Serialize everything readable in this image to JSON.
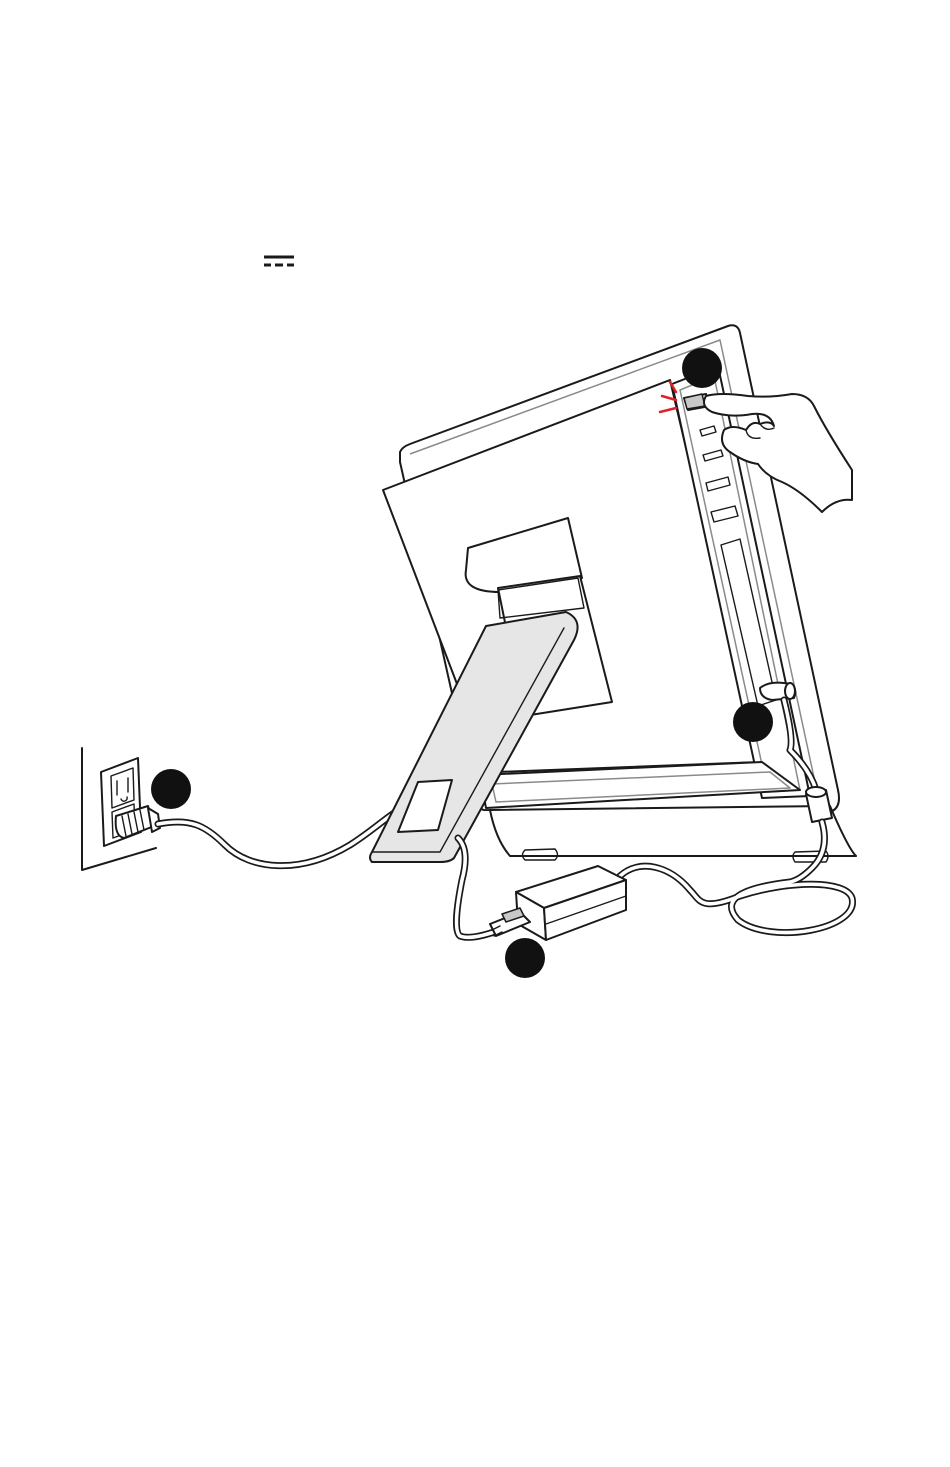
{
  "icons": {
    "dc_symbol": "direct-current-icon",
    "outlet": "wall-outlet-icon"
  },
  "colors": {
    "line": "#1a1a1a",
    "stand_fill": "#e6e6e6",
    "press_indicator": "#e0202a",
    "callout": "#111111"
  },
  "callouts": [
    {
      "id": "callout-power-button"
    },
    {
      "id": "callout-dc-jack"
    },
    {
      "id": "callout-wall-outlet"
    },
    {
      "id": "callout-adapter-connector"
    }
  ]
}
